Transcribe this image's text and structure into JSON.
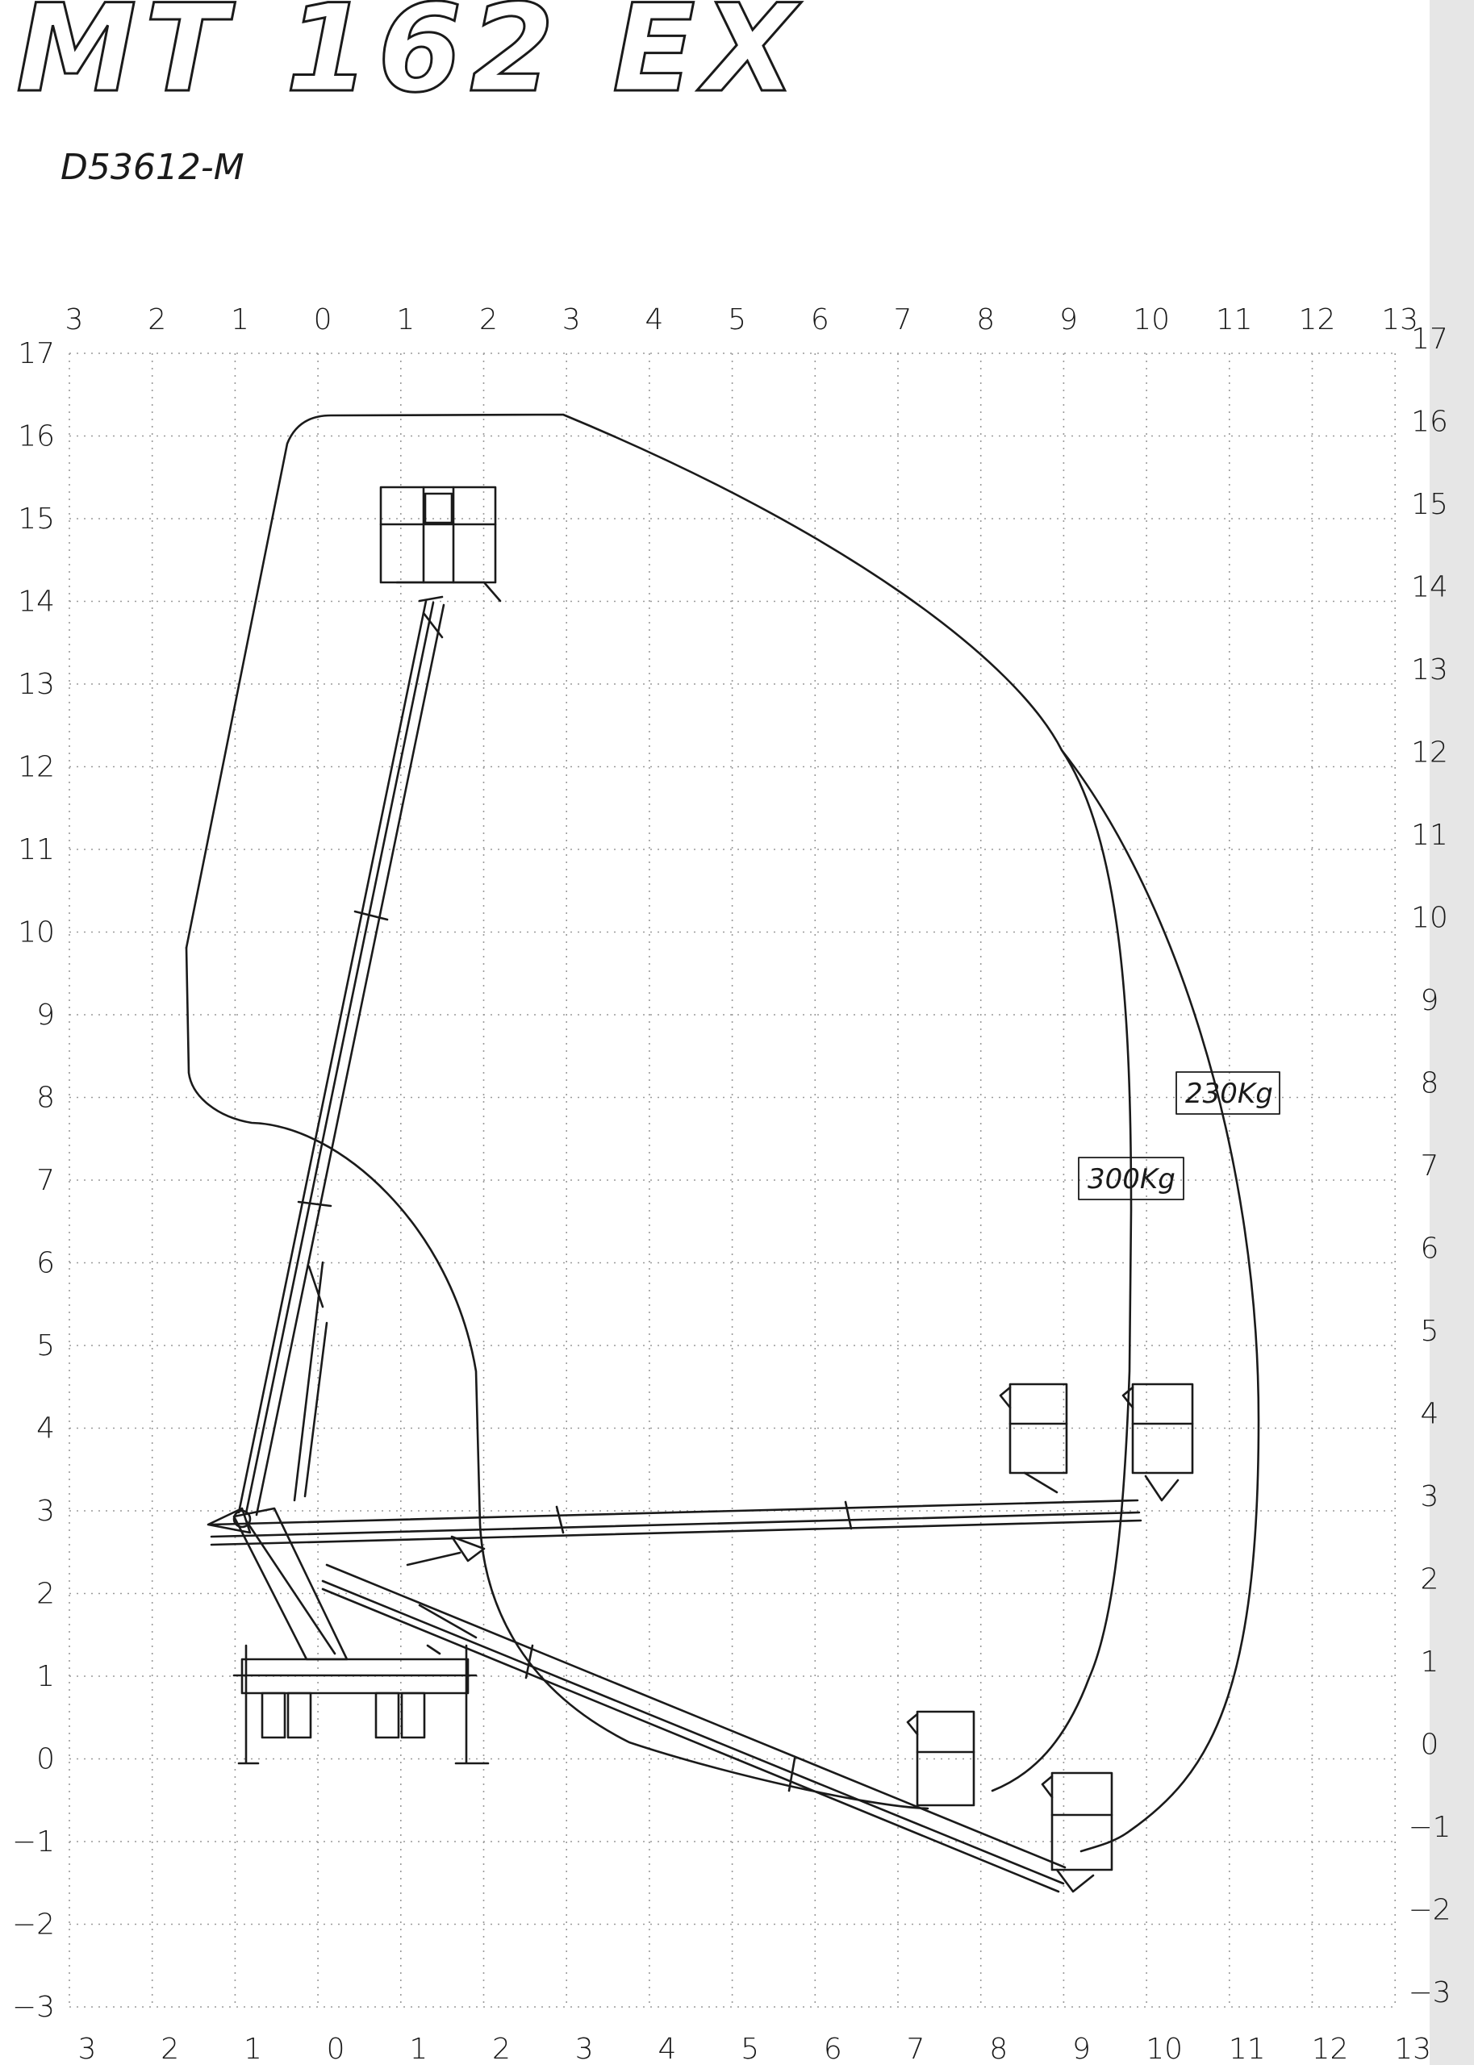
{
  "header": {
    "model_name": "MT 162 EX",
    "drawing_code": "D53612-M"
  },
  "axes": {
    "x_ticks_top": [
      "3",
      "2",
      "1",
      "0",
      "1",
      "2",
      "3",
      "4",
      "5",
      "6",
      "7",
      "8",
      "9",
      "10",
      "11",
      "12",
      "13"
    ],
    "x_ticks_bottom": [
      "3",
      "2",
      "1",
      "0",
      "1",
      "2",
      "3",
      "4",
      "5",
      "6",
      "7",
      "8",
      "9",
      "10",
      "11",
      "12",
      "13"
    ],
    "y_ticks_left": [
      "17",
      "16",
      "15",
      "14",
      "13",
      "12",
      "11",
      "10",
      "9",
      "8",
      "7",
      "6",
      "5",
      "4",
      "3",
      "2",
      "1",
      "0",
      "−1",
      "−2",
      "−3"
    ],
    "y_ticks_right": [
      "17",
      "16",
      "15",
      "14",
      "13",
      "12",
      "11",
      "10",
      "9",
      "8",
      "7",
      "6",
      "5",
      "4",
      "3",
      "2",
      "1",
      "0",
      "−1",
      "−2",
      "−3"
    ],
    "x_range": [
      -3,
      13
    ],
    "y_range": [
      -3,
      17
    ],
    "grid": true
  },
  "envelopes": [
    {
      "label": "230Kg"
    },
    {
      "label": "300Kg"
    }
  ]
}
